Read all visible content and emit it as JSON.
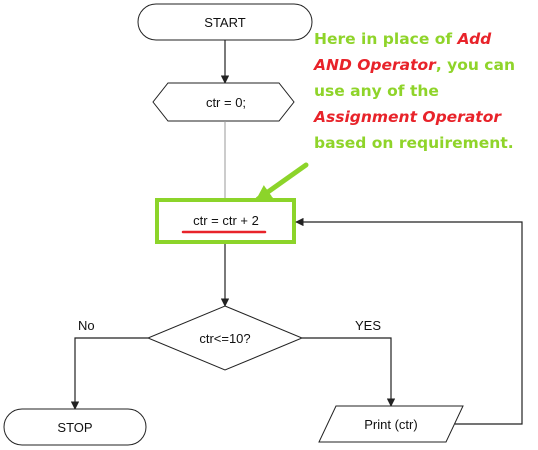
{
  "colors": {
    "line": "#222222",
    "note_green": "#8fd42a",
    "note_red": "#e8232a",
    "highlight_box": "#8cd42a",
    "underline": "#e8232a"
  },
  "flowchart": {
    "start_label": "START",
    "init_label": "ctr = 0;",
    "assign_label": "ctr = ctr + 2",
    "condition_label": "ctr<=10?",
    "no_label": "No",
    "yes_label": "YES",
    "stop_label": "STOP",
    "print_label": "Print (ctr)"
  },
  "note": {
    "part1": "Here in place of ",
    "part2": "Add AND Operator",
    "part3": ", you can use any of the ",
    "part4": "Assignment Operator",
    "part5": " based on requirement."
  }
}
